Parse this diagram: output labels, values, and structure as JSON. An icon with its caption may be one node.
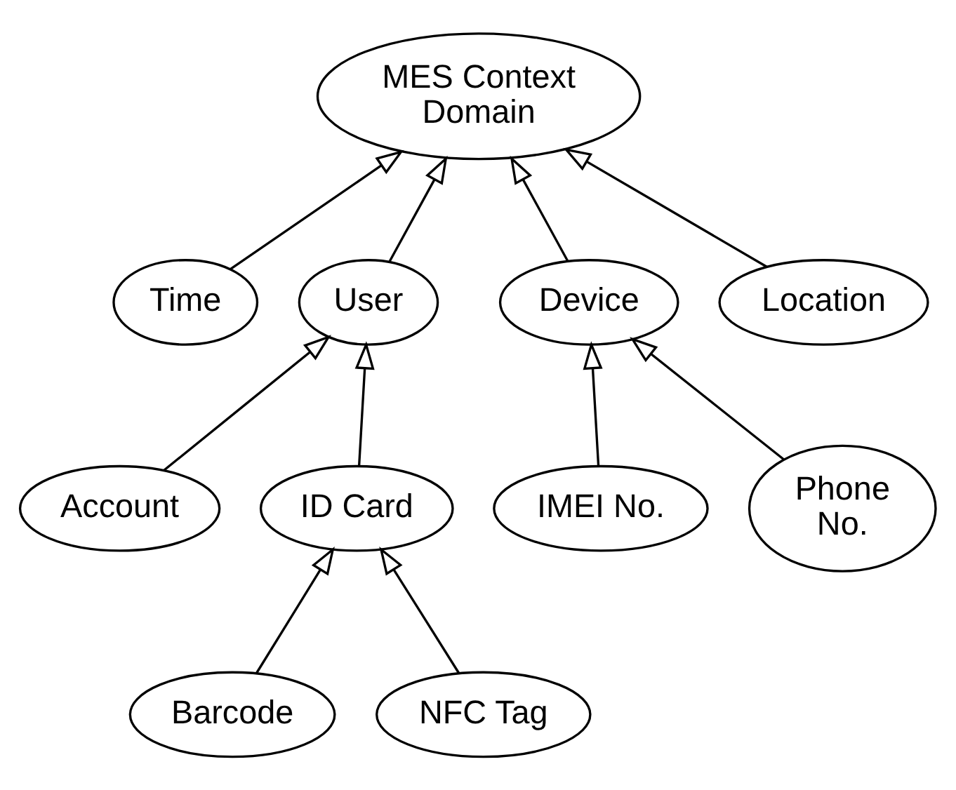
{
  "diagram": {
    "nodes": [
      {
        "text": [
          "MES Context Domain"
        ]
      },
      {
        "text": [
          "Time"
        ]
      },
      {
        "text": [
          "User"
        ]
      },
      {
        "text": [
          "Device"
        ]
      },
      {
        "text": [
          "Location"
        ]
      },
      {
        "text": [
          "Account"
        ]
      },
      {
        "text": [
          "ID Card"
        ]
      },
      {
        "text": [
          "IMEI No."
        ]
      },
      {
        "text": [
          "Phone No."
        ]
      },
      {
        "text": [
          "Barcode"
        ]
      },
      {
        "text": [
          "NFC Tag"
        ]
      }
    ],
    "edges": [
      {
        "from": 1,
        "to": 0,
        "arrow": "to"
      },
      {
        "from": 2,
        "to": 0,
        "arrow": "to"
      },
      {
        "from": 3,
        "to": 0,
        "arrow": "to"
      },
      {
        "from": 4,
        "to": 0,
        "arrow": "to"
      },
      {
        "from": 5,
        "to": 2,
        "arrow": "to"
      },
      {
        "from": 6,
        "to": 2,
        "arrow": "to"
      },
      {
        "from": 7,
        "to": 3,
        "arrow": "to"
      },
      {
        "from": 8,
        "to": 3,
        "arrow": "to"
      },
      {
        "from": 9,
        "to": 6,
        "arrow": "to"
      },
      {
        "from": 10,
        "to": 6,
        "arrow": "to"
      }
    ]
  }
}
